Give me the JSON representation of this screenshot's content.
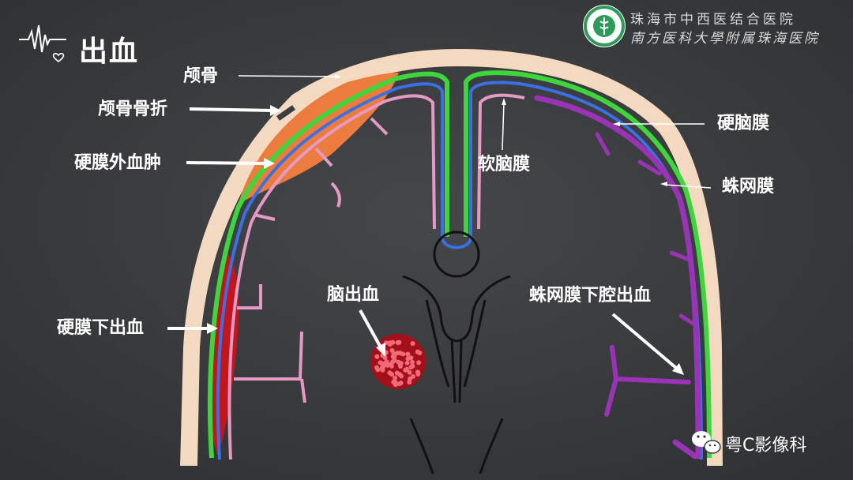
{
  "title": "出血",
  "hospital": {
    "name_line1": "珠海市中西医结合医院",
    "name_line2": "南方医科大學附属珠海医院"
  },
  "watermark": "粤C影像科",
  "labels": {
    "skull": "颅骨",
    "skull_fracture": "颅骨骨折",
    "epidural_hematoma": "硬膜外血肿",
    "subdural_hemorrhage": "硬膜下出血",
    "intracerebral_hemorrhage": "脑出血",
    "pia_mater": "软脑膜",
    "dura_mater": "硬脑膜",
    "arachnoid": "蛛网膜",
    "subarachnoid_hemorrhage": "蛛网膜下腔出血"
  },
  "colors": {
    "background": "#3b3d40",
    "skull": "#f3d9bf",
    "epidural": "#ec7c3d",
    "subdural": "#c4141c",
    "dura": "#3dd63d",
    "arachnoid_layer": "#3a70e6",
    "pia": "#e59ac6",
    "subarachnoid": "#9b33b8",
    "intracerebral": "#a3101a"
  },
  "icons": [
    "heartbeat-icon",
    "hospital-logo-icon",
    "wechat-icon"
  ]
}
